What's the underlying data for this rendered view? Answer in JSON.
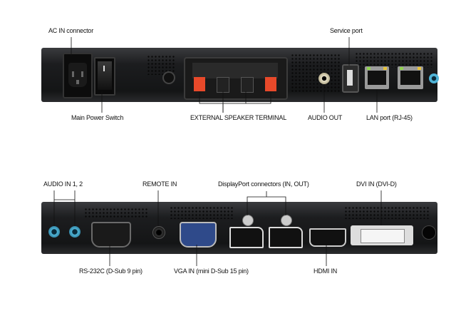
{
  "top_panel": {
    "labels": {
      "ac_in": "AC IN connector",
      "service_port": "Service port",
      "power_switch": "Main Power Switch",
      "speaker_terminal": "EXTERNAL SPEAKER TERMINAL",
      "audio_out": "AUDIO OUT",
      "lan_port": "LAN port (RJ-45)"
    }
  },
  "bottom_panel": {
    "labels": {
      "audio_in": "AUDIO IN 1, 2",
      "remote_in": "REMOTE IN",
      "displayport": "DisplayPort connectors (IN, OUT)",
      "dvi_in": "DVI IN (DVI-D)",
      "rs232c": "RS-232C (D-Sub 9 pin)",
      "vga_in": "VGA IN (mini D-Sub 15 pin)",
      "hdmi_in": "HDMI IN"
    }
  },
  "colors": {
    "panel": "#1c1d1f",
    "speaker_red": "#e8492a",
    "audio_blue": "#4fb3d6",
    "lan_led": "#8fd14f"
  }
}
